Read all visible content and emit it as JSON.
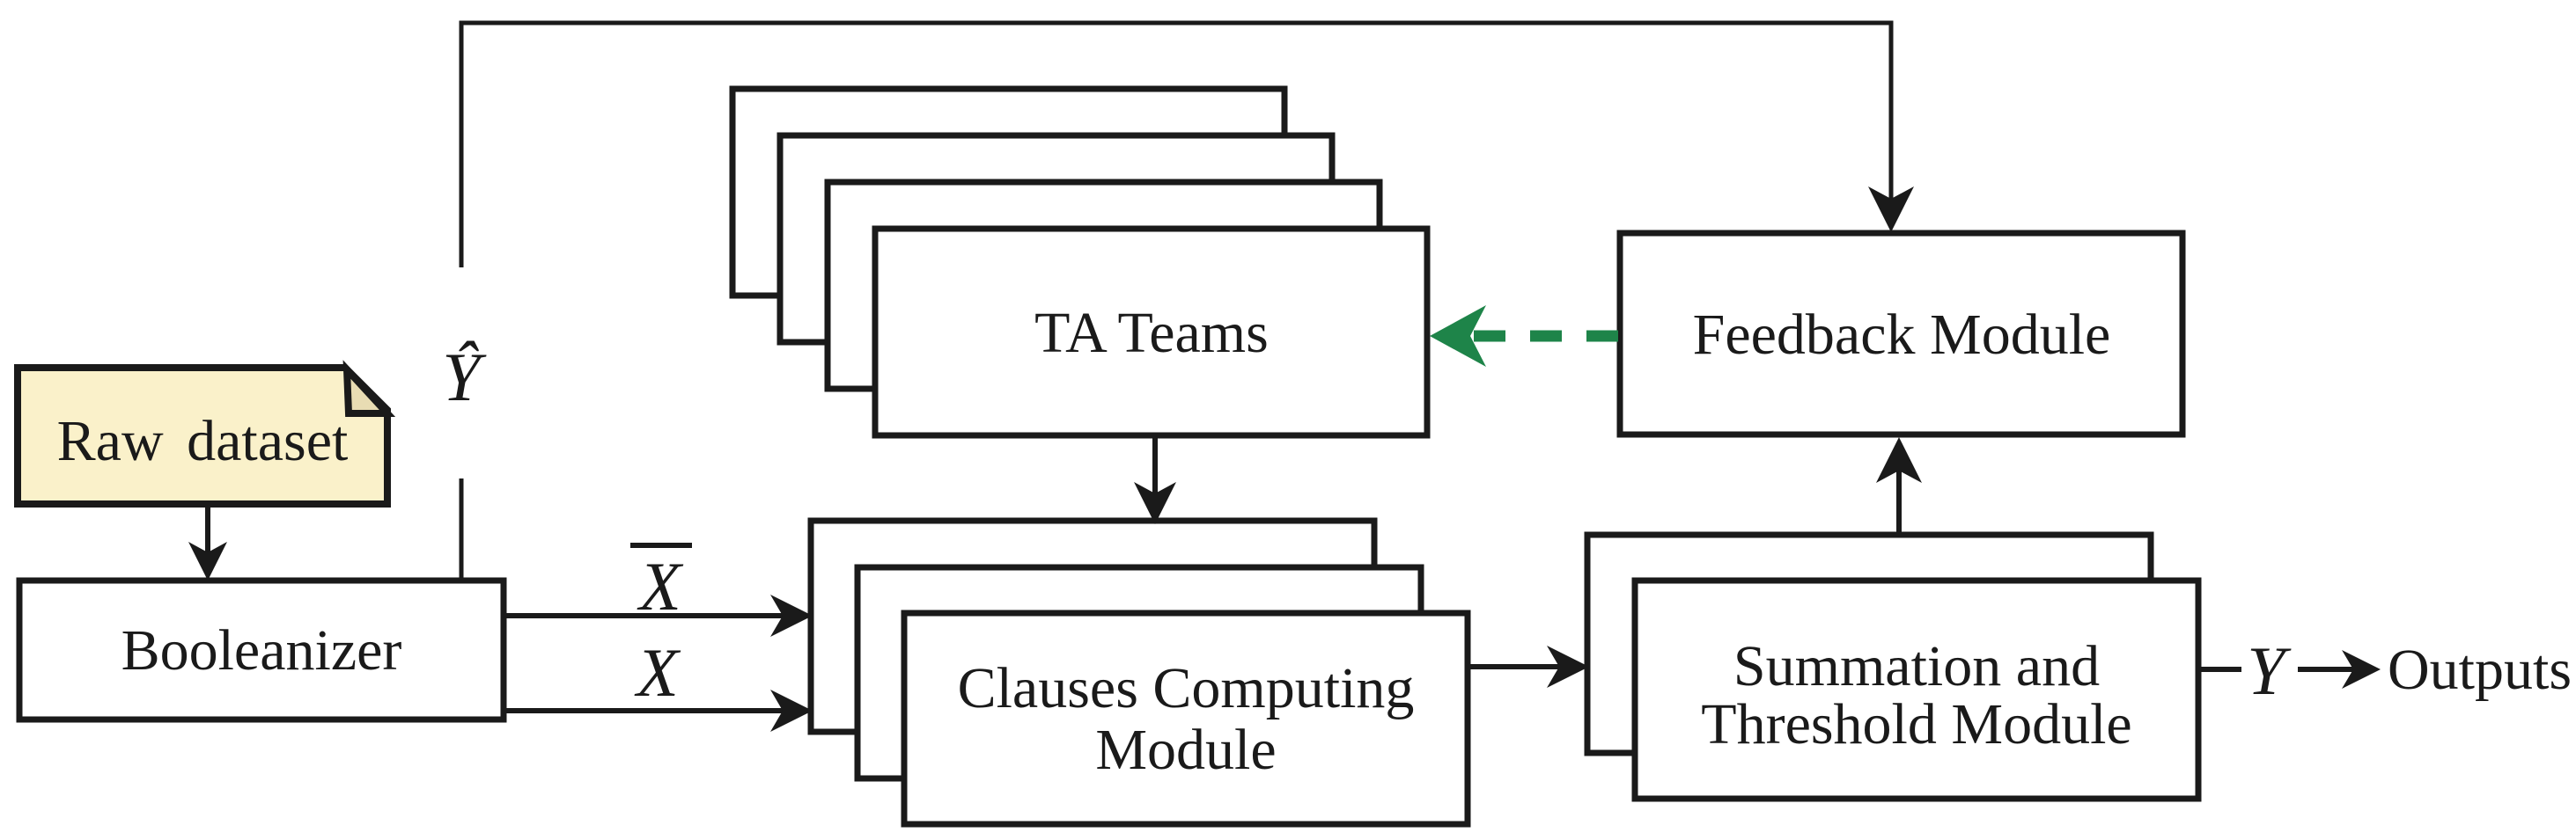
{
  "diagram": {
    "title_hint": "Tsetlin Machine architecture block diagram",
    "nodes": {
      "raw_dataset": {
        "label": "Raw dataset"
      },
      "booleanizer": {
        "label": "Booleanizer"
      },
      "ta_teams": {
        "label": "TA Teams",
        "stack_count": 4
      },
      "clauses_module": {
        "line1": "Clauses Computing",
        "line2": "Module",
        "stack_count": 3
      },
      "feedback_module": {
        "label": "Feedback Module"
      },
      "summation_module": {
        "line1": "Summation and",
        "line2": "Threshold Module",
        "stack_count": 2
      },
      "outputs": {
        "label": "Outputs"
      }
    },
    "math_labels": {
      "y_hat": "Ŷ",
      "x_bar_base": "X",
      "x": "X",
      "y": "Y"
    },
    "colors": {
      "line_black": "#1a1a1a",
      "note_fill": "#faf1ca",
      "note_fold_fill": "#e8dcb3",
      "feedback_green": "#1e8449",
      "background": "#ffffff"
    }
  }
}
